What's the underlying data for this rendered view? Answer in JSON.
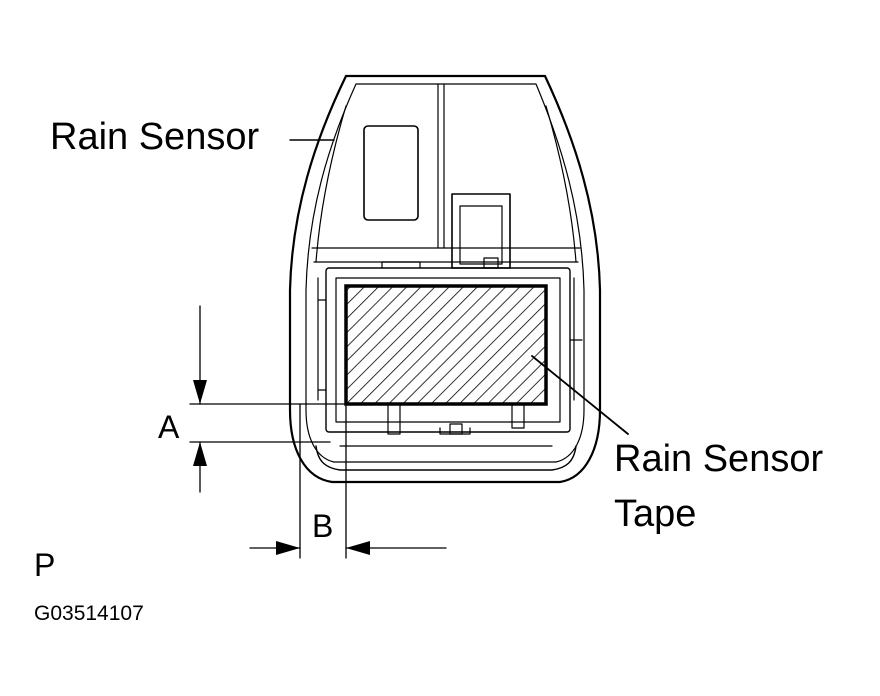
{
  "labels": {
    "rain_sensor": "Rain Sensor",
    "rain_sensor_tape_line1": "Rain Sensor",
    "rain_sensor_tape_line2": "Tape",
    "dimension_a": "A",
    "dimension_b": "B",
    "view_letter": "P",
    "figure_code": "G03514107"
  },
  "colors": {
    "line": "#000000",
    "background": "#ffffff"
  }
}
